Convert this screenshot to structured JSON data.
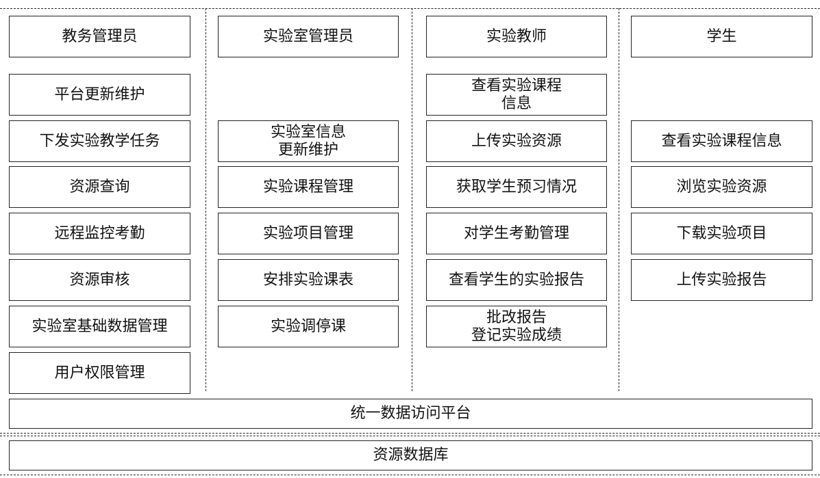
{
  "roles": [
    {
      "title": "教务管理员",
      "items": [
        "平台更新维护",
        "下发实验教学任务",
        "资源查询",
        "远程监控考勤",
        "资源审核",
        "实验室基础数据管理",
        "用户权限管理"
      ]
    },
    {
      "title": "实验室管理员",
      "items": [
        "实验室信息\n更新维护",
        "实验课程管理",
        "实验项目管理",
        "安排实验课表",
        "实验调停课"
      ]
    },
    {
      "title": "实验教师",
      "items": [
        "查看实验课程\n信息",
        "上传实验资源",
        "获取学生预习情况",
        "对学生考勤管理",
        "查看学生的实验报告",
        "批改报告\n登记实验成绩"
      ]
    },
    {
      "title": "学生",
      "items": [
        "查看实验课程信息",
        "浏览实验资源",
        "下载实验项目",
        "上传实验报告"
      ]
    }
  ],
  "platform": "统一数据访问平台",
  "database": "资源数据库"
}
